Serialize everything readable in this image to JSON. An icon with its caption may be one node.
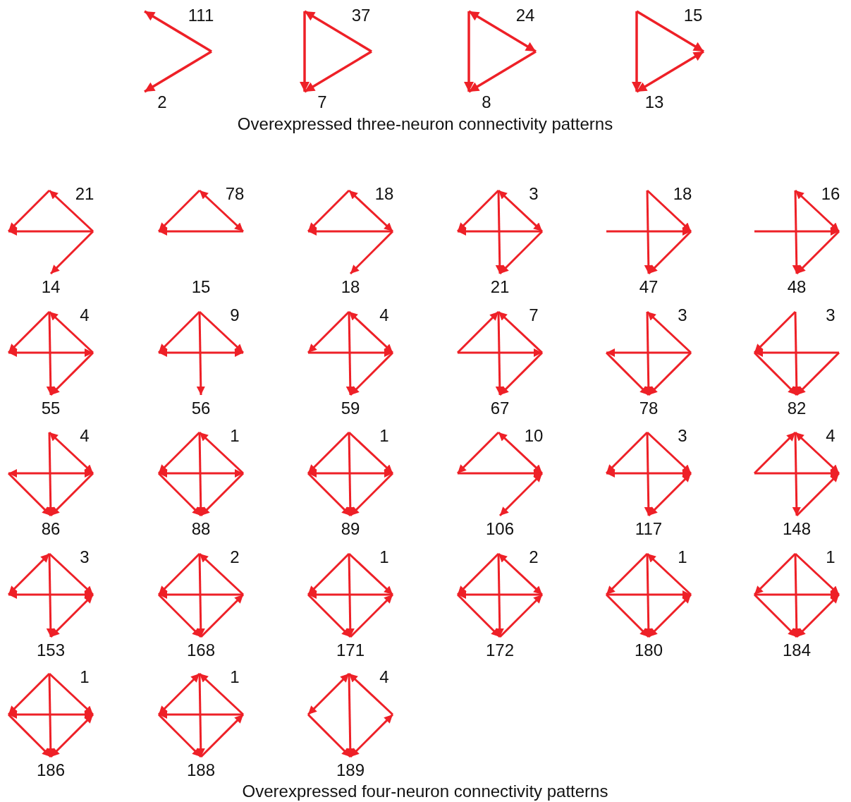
{
  "diagram": {
    "labels": [
      "111",
      "37",
      "24",
      "15",
      "2",
      "7",
      "8",
      "13",
      "Overexpressed three-neuron connectivity patterns",
      "21",
      "78",
      "18",
      "3",
      "18",
      "16",
      "14",
      "15",
      "18",
      "21",
      "47",
      "48",
      "4",
      "9",
      "4",
      "7",
      "3",
      "3",
      "55",
      "56",
      "59",
      "67",
      "78",
      "82",
      "4",
      "1",
      "1",
      "10",
      "3",
      "4",
      "86",
      "88",
      "89",
      "106",
      "117",
      "148",
      "3",
      "2",
      "1",
      "2",
      "1",
      "1",
      "153",
      "168",
      "171",
      "172",
      "180",
      "184",
      "1",
      "1",
      "4",
      "186",
      "188",
      "189",
      "Overexpressed four-neuron connectivity patterns"
    ]
  }
}
